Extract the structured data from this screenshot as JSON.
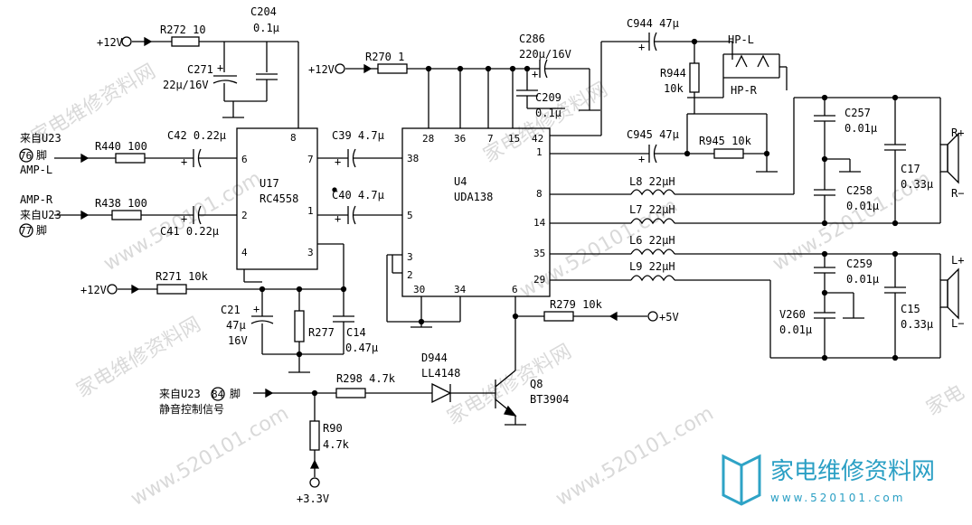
{
  "resistors": {
    "r272": "R272 10",
    "r270": "R270 1",
    "r440": "R440 100",
    "r438": "R438 100",
    "r271": "R271 10k",
    "r277": "R277",
    "r298": "R298 4.7k",
    "r90": "R90",
    "r90_val": "4.7k",
    "r279": "R279 10k",
    "r944": "R944",
    "r944_val": "10k",
    "r945": "R945 10k"
  },
  "capacitors": {
    "c204": "C204",
    "c204_val": "0.1μ",
    "c271": "C271",
    "c271_val": "22μ/16V",
    "c42": "C42 0.22μ",
    "c41": "C41 0.22μ",
    "c39": "C39 4.7μ",
    "c40": "C40 4.7μ",
    "c21": "C21",
    "c21_v1": "47μ",
    "c21_v2": "16V",
    "c14": "C14",
    "c14_val": "0.47μ",
    "c286": "C286",
    "c286_val": "220μ/16V",
    "c209": "C209",
    "c209_val": "0.1μ",
    "c944": "C944 47μ",
    "c945": "C945 47μ",
    "c257": "C257",
    "c257_val": "0.01μ",
    "c258": "C258",
    "c258_val": "0.01μ",
    "c17": "C17",
    "c17_val": "0.33μ",
    "c259": "C259",
    "c259_val": "0.01μ",
    "v260": "V260",
    "v260_val": "0.01μ",
    "c15": "C15",
    "c15_val": "0.33μ"
  },
  "inductors": {
    "l8": "L8 22μH",
    "l7": "L7 22μH",
    "l6": "L6 22μH",
    "l9": "L9 22μH"
  },
  "ics": {
    "u17": "U17",
    "u17_part": "RC4558",
    "u4": "U4",
    "u4_part": "UDA138"
  },
  "semis": {
    "d944": "D944",
    "d944_part": "LL4148",
    "q8": "Q8",
    "q8_part": "BT3904"
  },
  "rails": {
    "p12_a": "+12V",
    "p12_b": "+12V",
    "p12_c": "+12V",
    "p5": "+5V",
    "p33": "+3.3V"
  },
  "connectors": {
    "hp_l": "HP-L",
    "hp_r": "HP-R",
    "r_plus": "R+",
    "r_minus": "R−",
    "l_plus": "L+",
    "l_minus": "L−"
  },
  "signals": {
    "from_u23": "来自U23",
    "pin76": "76",
    "pin77": "77",
    "pin84": "84",
    "jiao": "脚",
    "amp_l": "AMP-L",
    "amp_r": "AMP-R",
    "mute": "静音控制信号"
  },
  "pins": {
    "u17": {
      "p8": "8",
      "p7": "7",
      "p6": "6",
      "p2": "2",
      "p1": "1",
      "p4": "4",
      "p3": "3"
    },
    "u4": {
      "p28": "28",
      "p36": "36",
      "p7": "7",
      "p15": "15",
      "p42": "42",
      "p38": "38",
      "p5": "5",
      "p1": "1",
      "p8": "8",
      "p14": "14",
      "p35": "35",
      "p29": "29",
      "p3": "3",
      "p2": "2",
      "p30": "30",
      "p34": "34",
      "p6": "6"
    }
  },
  "watermarks": {
    "site": "www.520101.com",
    "cn": "家电维修资料网",
    "cn_short": "家电"
  },
  "logo": {
    "title": "家电维修资料网",
    "url": "www.520101.com"
  }
}
